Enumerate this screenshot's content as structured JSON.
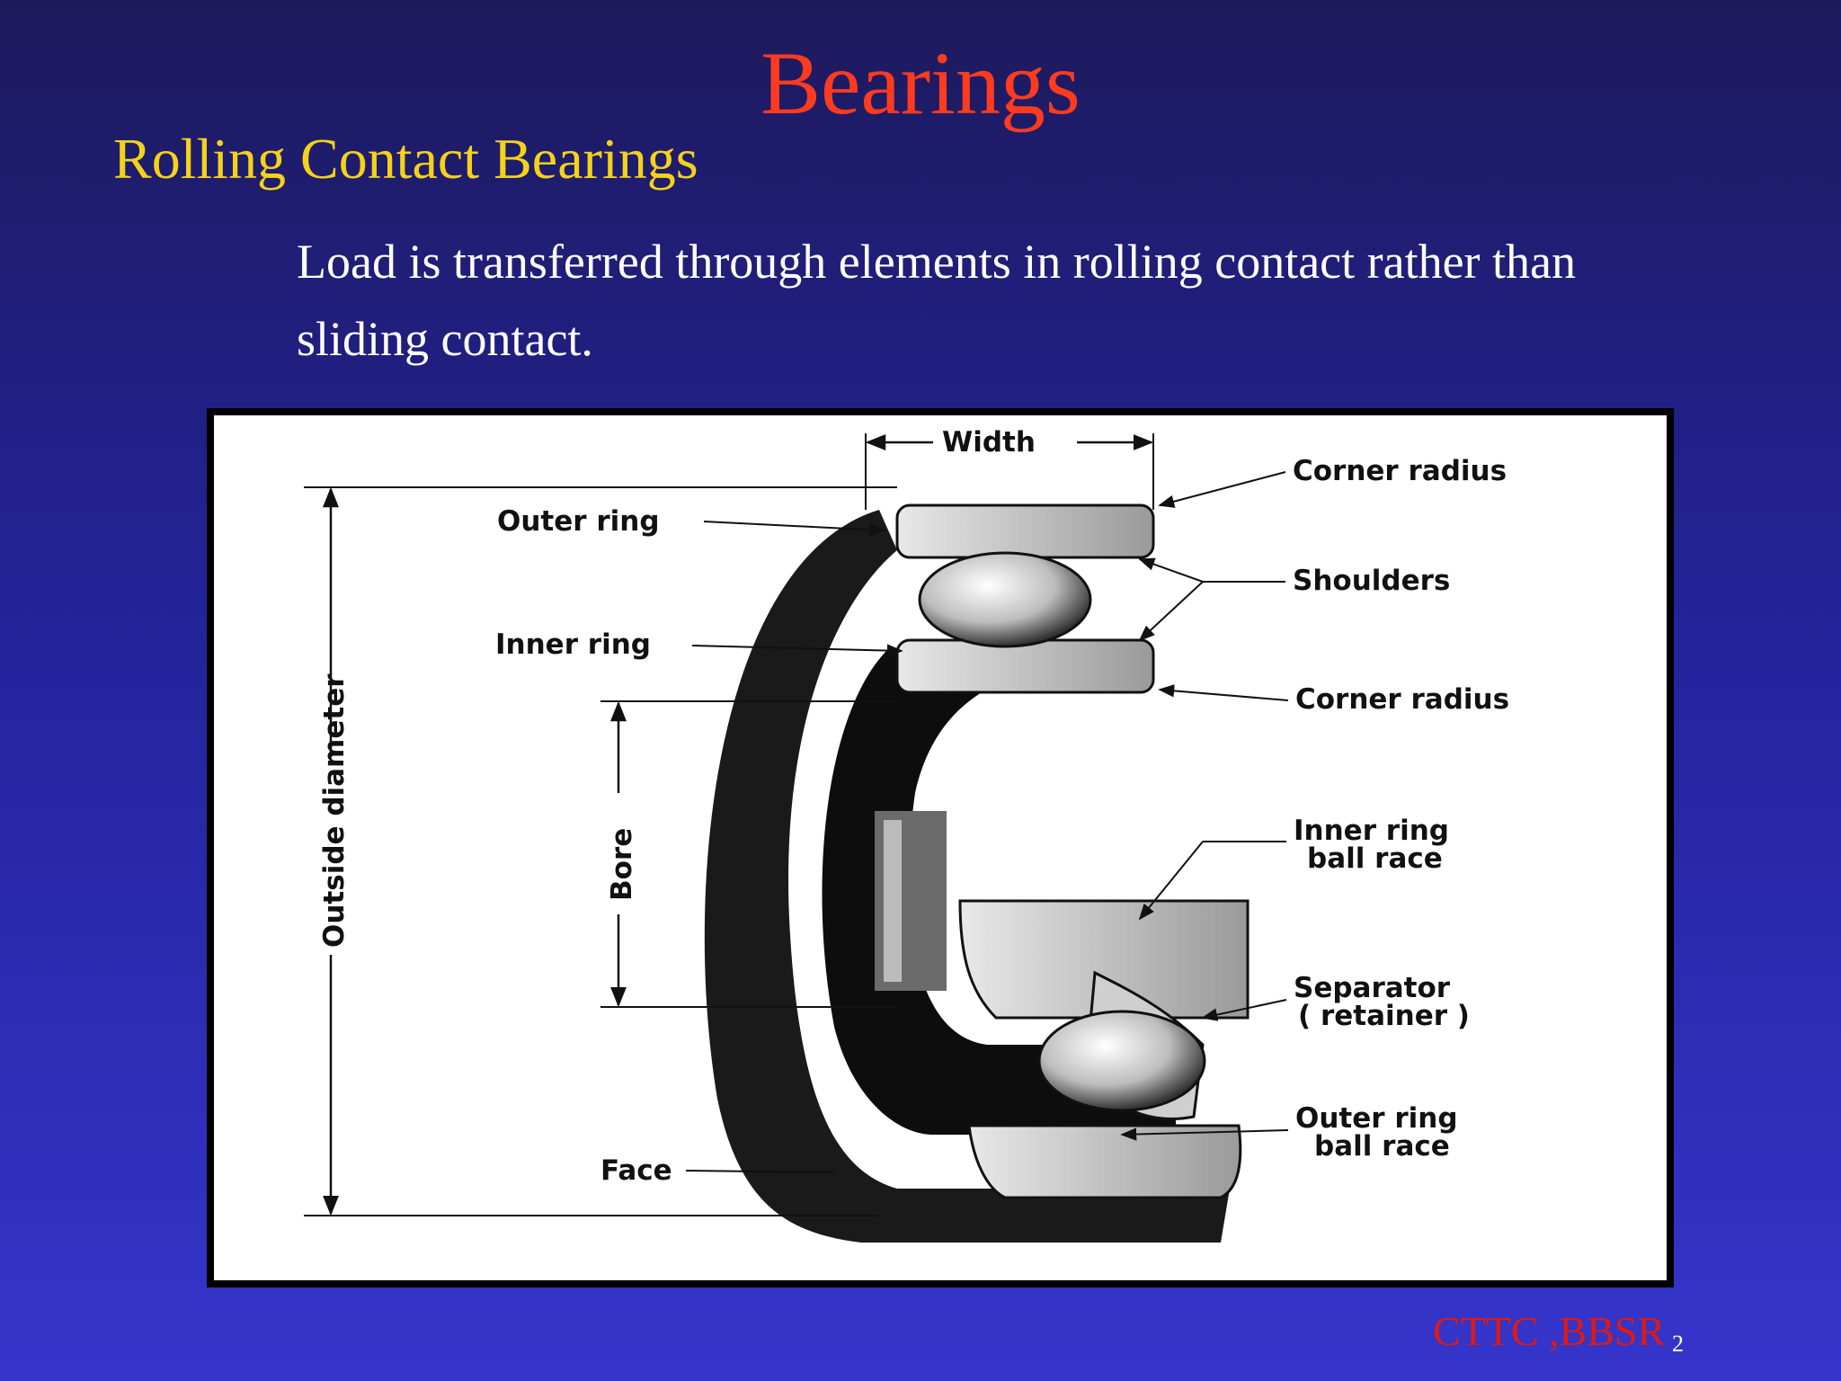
{
  "slide": {
    "title": "Bearings",
    "subtitle": "Rolling Contact Bearings",
    "body_line1": "Load is transferred through elements in rolling contact rather than",
    "body_line2": "sliding contact."
  },
  "diagram": {
    "labels": {
      "width": "Width",
      "corner_radius_top": "Corner radius",
      "outer_ring": "Outer ring",
      "shoulders": "Shoulders",
      "inner_ring": "Inner ring",
      "corner_radius_mid": "Corner radius",
      "outside_diameter": "Outside diameter",
      "bore": "Bore",
      "inner_ring_ball_race_1": "Inner ring",
      "inner_ring_ball_race_2": "ball race",
      "separator_1": "Separator",
      "separator_2": "( retainer )",
      "face": "Face",
      "outer_ring_ball_race_1": "Outer ring",
      "outer_ring_ball_race_2": "ball race"
    }
  },
  "footer": {
    "org": "CTTC ,BBSR",
    "page": "2"
  }
}
